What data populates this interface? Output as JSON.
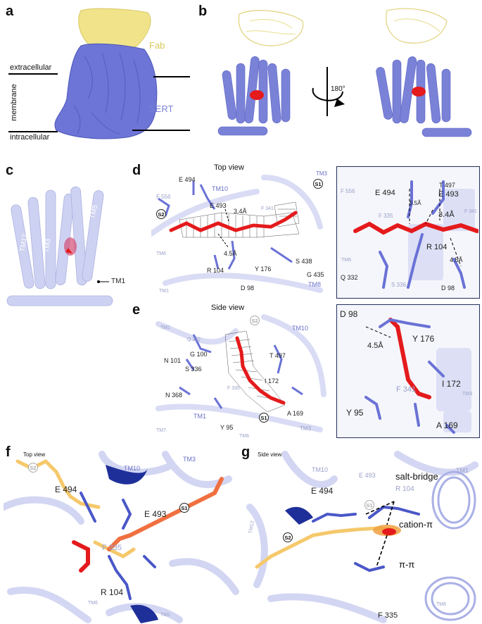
{
  "panels": {
    "a": {
      "label": "a",
      "fab": "Fab",
      "extracellular": "extracellular",
      "membrane": "membrane",
      "intracellular": "intracellular",
      "sert": "SERT"
    },
    "b": {
      "label": "b",
      "rotation": "180°"
    },
    "c": {
      "label": "c",
      "tm_labels": [
        "TM12",
        "TM3",
        "TM5"
      ],
      "tm1": "TM1"
    },
    "d": {
      "label": "d",
      "title": "Top view",
      "sites": [
        "S2",
        "S1"
      ],
      "residues": [
        "E 494",
        "F 556",
        "TM10",
        "E 493",
        "3.4Å",
        "4.5Å",
        "R 104",
        "Y 176",
        "D 98",
        "S 438",
        "G 435",
        "TM8",
        "TM3",
        "TM6",
        "TM1",
        "F 341"
      ],
      "inset": [
        "F 556",
        "E 494",
        "5.5Å",
        "T 497",
        "E 493",
        "3.4Å",
        "F 335",
        "R 104",
        "4.5Å",
        "Q 332",
        "S 336",
        "D 98",
        "TM6",
        "F 341"
      ]
    },
    "e": {
      "label": "e",
      "title": "Side view",
      "sites": [
        "S2",
        "S1"
      ],
      "residues": [
        "TM1",
        "Q 332",
        "G 100",
        "N 101",
        "S 336",
        "T 497",
        "I 172",
        "F 335",
        "N 368",
        "TM1",
        "Y 95",
        "A 169",
        "TM7",
        "TM3",
        "TM6",
        "TM10"
      ],
      "inset": [
        "D 98",
        "Y 176",
        "4.5Å",
        "I 172",
        "F 341",
        "TM3",
        "Y 95",
        "A 169"
      ]
    },
    "f": {
      "label": "f",
      "title": "Top view",
      "sites": [
        "S2",
        "S1"
      ],
      "residues": [
        "TM10",
        "TM3",
        "E 494",
        "E 493",
        "F 335",
        "R 104",
        "TM6",
        "TM1"
      ]
    },
    "g": {
      "label": "g",
      "title": "Side view",
      "sites": [
        "S2",
        "S1"
      ],
      "residues": [
        "TM10",
        "E 493",
        "TM1",
        "E 494",
        "R 104",
        "TM12",
        "F 335",
        "TM6"
      ],
      "interactions": [
        "salt-bridge",
        "cation-π",
        "π-π"
      ]
    }
  },
  "colors": {
    "sert": "#7a82d8",
    "fab": "#f2e68a",
    "ligand": "#e41a1c",
    "inset_border": "#23305a",
    "dark_helix": "#1f2f9a",
    "ligand_orange": "#f07040",
    "ligand_yellow": "#f5c86a"
  }
}
